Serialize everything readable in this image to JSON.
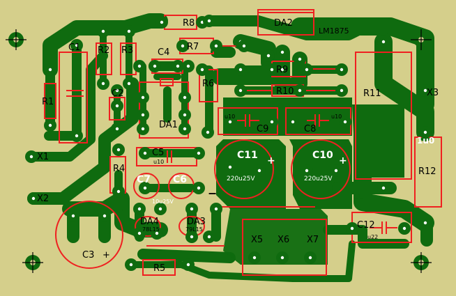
{
  "board": {
    "colors": {
      "substrate": "#d5cf8b",
      "copper": "#0f6b0f",
      "silkscreen": "#ef2020",
      "text": "#000000"
    },
    "labels": {
      "r1": "R1",
      "r2": "R2",
      "r3": "R3",
      "r4": "R4",
      "r5": "R5",
      "r6": "R6",
      "r7": "R7",
      "r8": "R8",
      "r9": "R9",
      "r10": "R10",
      "r11": "R11",
      "r12": "R12",
      "c1": "C1",
      "c2": "C2",
      "c3": "C3",
      "c4": "C4",
      "c5": "C5",
      "c6": "C6",
      "c7": "C7",
      "c8": "C8",
      "c9": "C9",
      "c10": "C10",
      "c11": "C11",
      "c12": "C12",
      "da1": "DA1",
      "da2": "DA2",
      "da3": "DA3",
      "da4": "DA4",
      "x1": "X1",
      "x2": "X2",
      "x3": "X3",
      "x5": "X5",
      "x6": "X6",
      "x7": "X7",
      "chip": "LM1875"
    },
    "values": {
      "c5": "u10",
      "c8": "u10",
      "c9": "u10",
      "c10": "220u25V",
      "c11": "220u25V",
      "c12": "u22",
      "r12": "1u0",
      "c6c7": "10u25V",
      "da4": "78L15",
      "da3": "79L15"
    },
    "polarity": {
      "plus": "+",
      "minus": "−"
    }
  }
}
